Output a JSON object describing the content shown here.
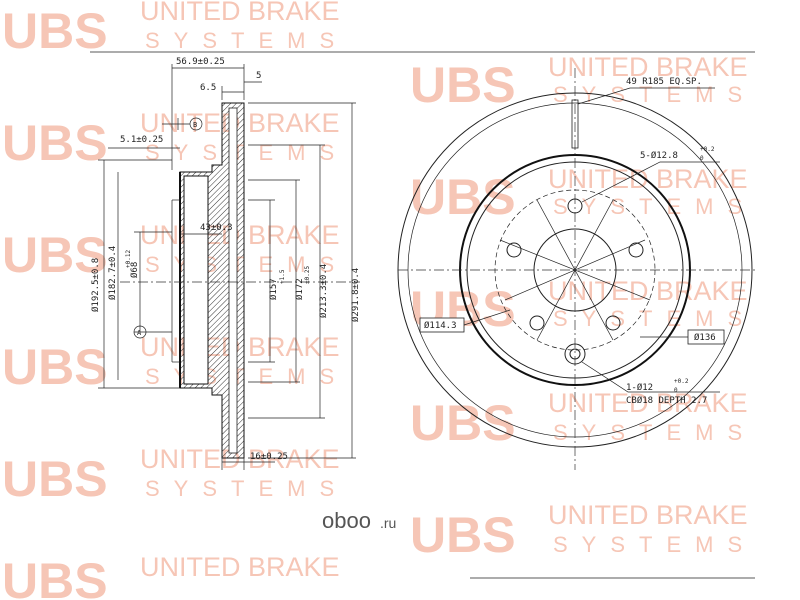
{
  "watermark": {
    "logo": "UBS",
    "line1": "UNITED BRAKE",
    "line2": "SYSTEMS"
  },
  "site_logo": {
    "brand": "oboo",
    "domain": ".ru"
  },
  "side_view": {
    "dim_overall_width": "56.9±0.25",
    "dim_flange": "6.5",
    "dim_right": "5",
    "dim_hat_offset": "5.1±0.25",
    "dim_hat_depth": "43±0.3",
    "dim_thickness": "16±0.25",
    "datum_b": "B",
    "datum_a": "A",
    "d_192": "Ø192.5±0.8",
    "d_182": "Ø182.7±0.4",
    "d_68": "Ø68",
    "d_68_tol": "+0.12",
    "d_157": "Ø157",
    "d_157_tol": "+1.5",
    "d_172": "Ø172",
    "d_172_tol": "±0.25",
    "d_213": "Ø213.3±0.4",
    "d_291": "Ø291.8±0.4"
  },
  "front_view": {
    "slots": "49 R185 EQ.SP.",
    "bolt_holes": "5-Ø12.8",
    "bolt_holes_tol_top": "+0.2",
    "bolt_holes_tol_bot": "0",
    "pcd_114": "Ø114.3",
    "pcd_136": "Ø136",
    "single_hole": "1-Ø12",
    "single_hole_tol_top": "+0.2",
    "single_hole_tol_bot": "0",
    "counterbore": "CBØ18 DEPTH 2.7"
  }
}
